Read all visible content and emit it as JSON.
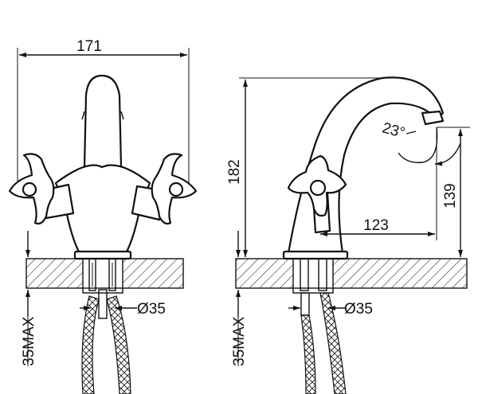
{
  "drawing": {
    "front_view": {
      "width_label": "171",
      "max_label": "35MAX",
      "diameter_label": "Ø35"
    },
    "side_view": {
      "height_label": "182",
      "spout_height_label": "139",
      "reach_label": "123",
      "angle_label": "23°",
      "max_label": "35MAX",
      "diameter_label": "Ø35"
    }
  }
}
